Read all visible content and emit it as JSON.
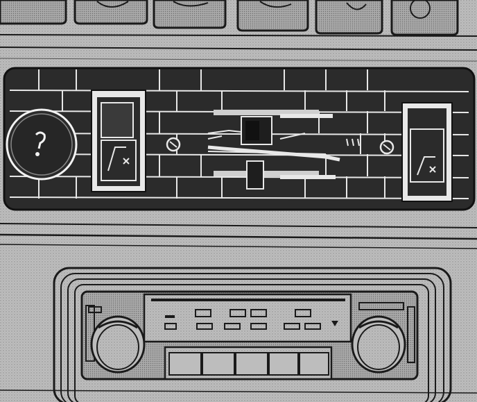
{
  "illustration": {
    "colors": {
      "paper": "#b9b9b9",
      "paper_dark": "#9a9a9a",
      "ink": "#1a1a1a",
      "panel": "#2b2b2b",
      "panel_line": "#e8e8e8",
      "highlight": "#f2f2f2"
    },
    "top_buttons": [
      "button-1",
      "button-2",
      "button-3",
      "button-4",
      "button-5",
      "button-6"
    ],
    "heater_panel": {
      "left_dial": "fan-dial",
      "left_switch": "rear-defrost-switch",
      "left_screw": "screw-left",
      "slider": "temperature-slider",
      "right_screw": "screw-right",
      "right_switch": "hazard-switch"
    },
    "radio": {
      "left_knob": "volume-knob",
      "right_knob": "tuning-knob",
      "presets": [
        "preset-1",
        "preset-2",
        "preset-3",
        "preset-4",
        "preset-5"
      ]
    }
  }
}
